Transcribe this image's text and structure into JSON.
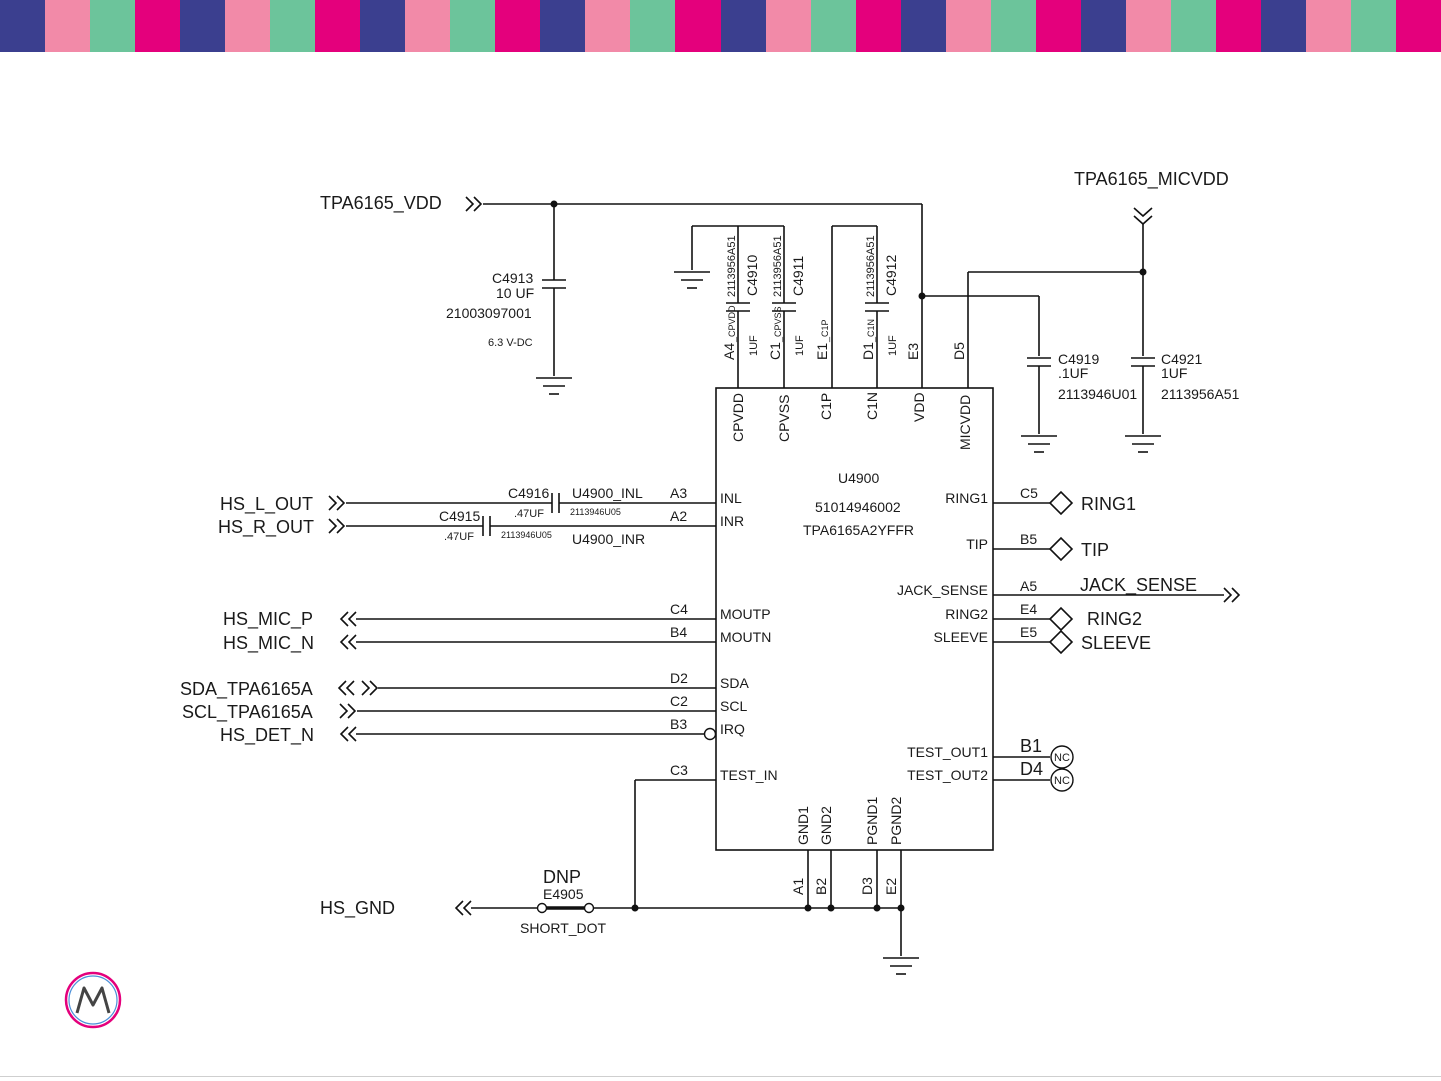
{
  "brand": {
    "stripe_colors": [
      "#3b3f8f",
      "#f47b20",
      "#a6d9e6",
      "#e4007c",
      "#7f1d4e",
      "#f6d21b",
      "#6cc49b",
      "#4a90d9",
      "#c7c4e8",
      "#f28aa8",
      "#e6e6e6",
      "#2aa9a0"
    ]
  },
  "nets": {
    "tpa6165_vdd": "TPA6165_VDD",
    "tpa6165_micvdd": "TPA6165_MICVDD",
    "hs_l_out": "HS_L_OUT",
    "hs_r_out": "HS_R_OUT",
    "hs_mic_p": "HS_MIC_P",
    "hs_mic_n": "HS_MIC_N",
    "sda": "SDA_TPA6165A",
    "scl": "SCL_TPA6165A",
    "hs_det_n": "HS_DET_N",
    "hs_gnd": "HS_GND",
    "u4900_inl": "U4900_INL",
    "u4900_inr": "U4900_INR",
    "ring1": "RING1",
    "tip": "TIP",
    "jack_sense": "JACK_SENSE",
    "ring2": "RING2",
    "sleeve": "SLEEVE"
  },
  "ic": {
    "refdes": "U4900",
    "part_number": "51014946002",
    "part_name": "TPA6165A2YFFR",
    "top_pins": [
      "CPVDD",
      "CPVSS",
      "C1P",
      "C1N",
      "VDD",
      "MICVDD"
    ],
    "top_balls": [
      "A4",
      "C1",
      "E1",
      "D1",
      "E3",
      "D5"
    ],
    "top_ball_subs": [
      "_CPVDD",
      "_CPVSS",
      "_C1P",
      "_C1N"
    ],
    "left_pins": [
      "INL",
      "INR",
      "MOUTP",
      "MOUTN",
      "SDA",
      "SCL",
      "IRQ",
      "TEST_IN"
    ],
    "left_balls": [
      "A3",
      "A2",
      "C4",
      "B4",
      "D2",
      "C2",
      "B3",
      "C3"
    ],
    "right_pins": [
      "RING1",
      "TIP",
      "JACK_SENSE",
      "RING2",
      "SLEEVE",
      "TEST_OUT1",
      "TEST_OUT2"
    ],
    "right_balls": [
      "C5",
      "B5",
      "A5",
      "E4",
      "E5",
      "B1",
      "D4"
    ],
    "bottom_pins": [
      "GND1",
      "GND2",
      "PGND1",
      "PGND2"
    ],
    "bottom_balls": [
      "A1",
      "B2",
      "D3",
      "E2"
    ],
    "nc_label": "NC"
  },
  "caps": {
    "c4913": {
      "ref": "C4913",
      "value": "10 UF",
      "pn": "21003097001",
      "rating": "6.3 V-DC"
    },
    "c4910": {
      "ref": "C4910",
      "value": "1UF",
      "pn": "2113956A51"
    },
    "c4911": {
      "ref": "C4911",
      "value": "1UF",
      "pn": "2113956A51"
    },
    "c4912": {
      "ref": "C4912",
      "value": "1UF",
      "pn": "2113956A51"
    },
    "c4919": {
      "ref": "C4919",
      "value": ".1UF",
      "pn": "2113946U01"
    },
    "c4921": {
      "ref": "C4921",
      "value": "1UF",
      "pn": "2113956A51"
    },
    "c4916": {
      "ref": "C4916",
      "value": ".47UF",
      "pn": "2113946U05"
    },
    "c4915": {
      "ref": "C4915",
      "value": ".47UF",
      "pn": "2113946U05"
    }
  },
  "jumper": {
    "dnp": "DNP",
    "ref": "E4905",
    "type": "SHORT_DOT"
  }
}
